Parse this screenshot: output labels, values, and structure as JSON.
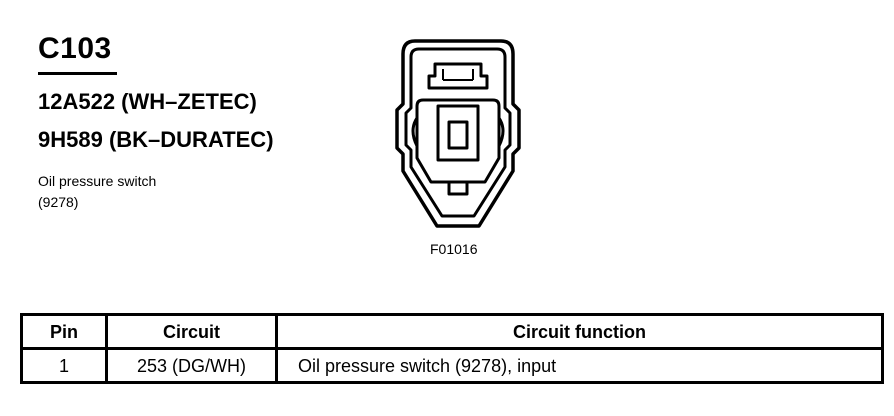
{
  "connector": {
    "id": "C103",
    "part_numbers": [
      "12A522 (WH–ZETEC)",
      "9H589 (BK–DURATEC)"
    ],
    "description": [
      "Oil pressure switch",
      "(9278)"
    ]
  },
  "figure": {
    "code": "F01016"
  },
  "pin_table": {
    "headers": [
      "Pin",
      "Circuit",
      "Circuit function"
    ],
    "rows": [
      [
        "1",
        "253 (DG/WH)",
        "Oil pressure switch (9278), input"
      ]
    ]
  },
  "colors": {
    "line": "#000000",
    "background": "#ffffff"
  }
}
